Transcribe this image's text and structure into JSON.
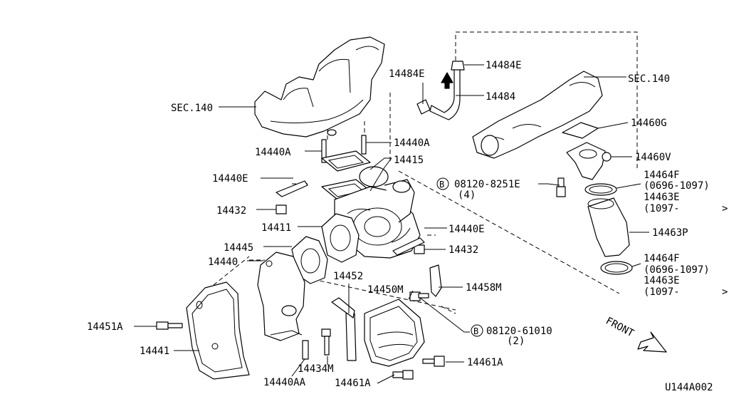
{
  "diagram_code": "U144A002",
  "front_label": "FRONT",
  "labels": {
    "sec140_left": "SEC.140",
    "sec140_right": "SEC.140",
    "p14484E_a": "14484E",
    "p14484E_b": "14484E",
    "p14484": "14484",
    "p14440A_left": "14440A",
    "p14440A_right": "14440A",
    "p14415": "14415",
    "p14440E_top": "14440E",
    "p14432_top": "14432",
    "p14411": "14411",
    "p14440E_mid": "14440E",
    "p14432_mid": "14432",
    "p14445": "14445",
    "p14440": "14440",
    "p14452": "14452",
    "p14450M": "14450M",
    "p14458M": "14458M",
    "p14451A": "14451A",
    "p14441": "14441",
    "p14434M": "14434M",
    "p14440AA": "14440AA",
    "p14461A_bottom": "14461A",
    "p14461A_right": "14461A",
    "p14460G": "14460G",
    "p14460V": "14460V",
    "bolt_8251E": "08120-8251E",
    "bolt_8251E_qty": "(4)",
    "bolt_61010": "08120-61010",
    "bolt_61010_qty": "(2)",
    "p14464F_top": "14464F",
    "range_top_1": "(0696-1097)",
    "p14463E_top": "14463E",
    "range_top_2": "(1097-",
    "p14463P": "14463P",
    "p14464F_bot": "14464F",
    "range_bot_1": "(0696-1097)",
    "p14463E_bot": "14463E",
    "range_bot_2": "(1097-",
    "circle_b": "B"
  }
}
